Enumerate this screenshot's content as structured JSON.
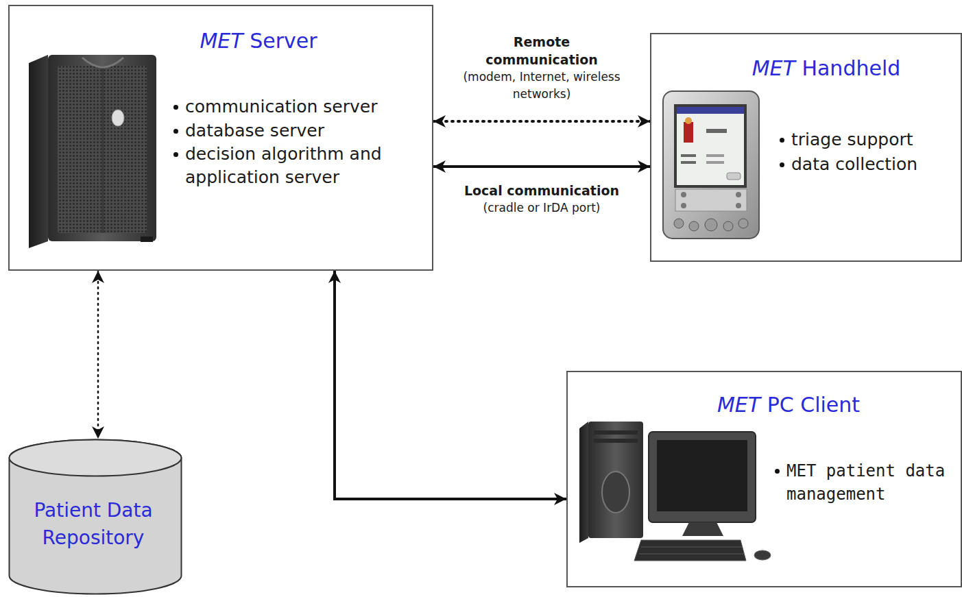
{
  "diagram": {
    "nodes": [
      {
        "text": [
          "MET Server",
          "communication server",
          "database server",
          "decision algorithm and application server"
        ]
      },
      {
        "text": [
          "MET Handheld",
          "triage support",
          "data collection"
        ]
      },
      {
        "text": [
          "Patient Data Repository"
        ]
      },
      {
        "text": [
          "MET PC Client",
          "MET patient data management"
        ]
      }
    ],
    "edges": [
      {
        "from": 0,
        "to": 1,
        "arrow": "both",
        "label": "Remote communication"
      },
      {
        "from": 0,
        "to": 1,
        "arrow": "both",
        "label": "Local communication"
      },
      {
        "from": 0,
        "to": 2,
        "arrow": "both"
      },
      {
        "from": 0,
        "to": 3,
        "arrow": "both"
      }
    ],
    "labels": [
      "(modem, Internet, wireless networks)",
      "(cradle or IrDA port)"
    ]
  }
}
